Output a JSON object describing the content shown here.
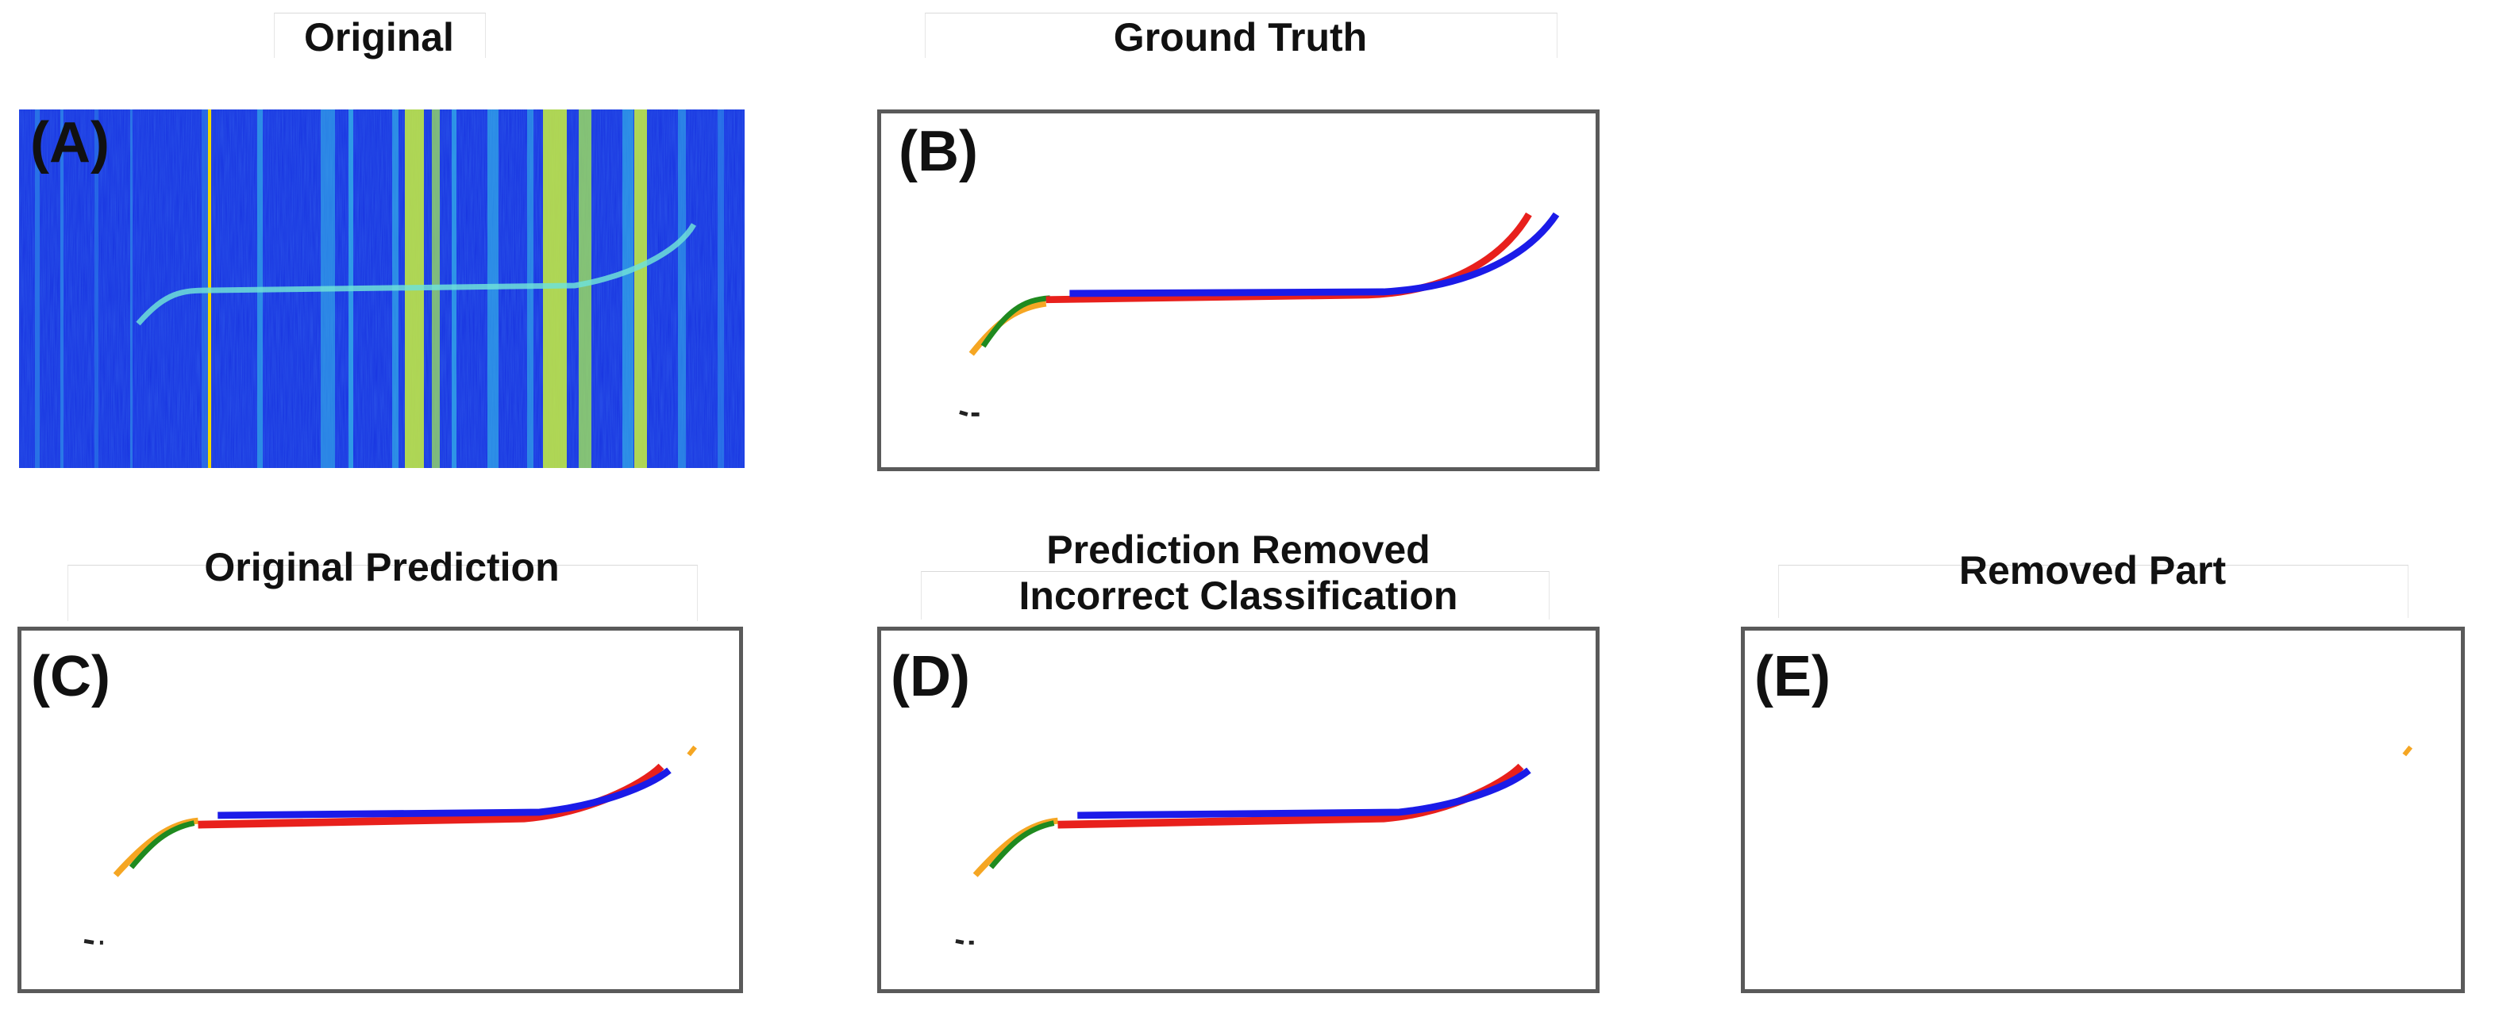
{
  "panels": {
    "A": {
      "title": "Original",
      "letter": "(A)"
    },
    "B": {
      "title": "Ground Truth",
      "letter": "(B)"
    },
    "C": {
      "title": "Original Prediction",
      "letter": "(C)"
    },
    "D": {
      "title_line1": "Prediction Removed",
      "title_line2": "Incorrect Classification",
      "letter": "(D)"
    },
    "E": {
      "title": "Removed Part",
      "letter": "(E)"
    }
  },
  "colors": {
    "spectrogram_bg": "#1530e0",
    "spectrogram_band_bright": "#c8f03c",
    "spectrogram_band_cyan": "#36c0e8",
    "spectrogram_line_yellow": "#f0d800",
    "track_green": "#1f8a1f",
    "track_orange": "#f5a623",
    "track_red": "#e8201c",
    "track_blue": "#1b1be8",
    "frame": "#5a5a5a"
  }
}
